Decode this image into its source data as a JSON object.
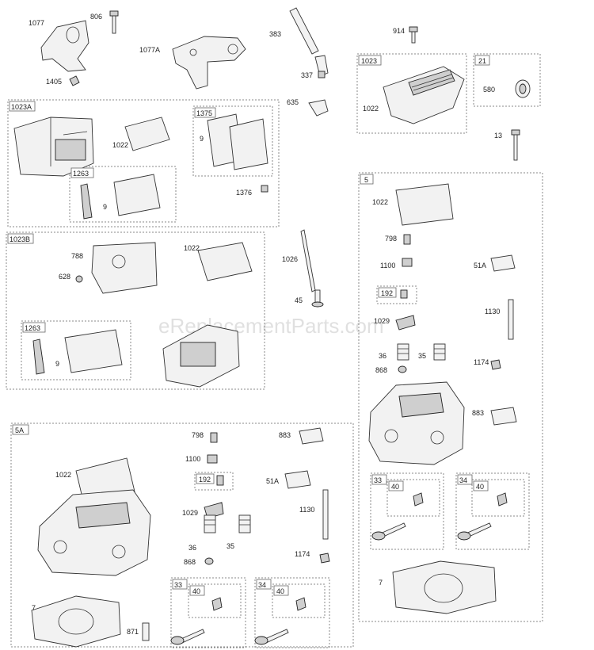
{
  "watermark": "eReplacementParts.com",
  "callouts": {
    "c1077": "1077",
    "c806": "806",
    "c1077A": "1077A",
    "c1405": "1405",
    "c383": "383",
    "c337": "337",
    "c914": "914",
    "c1023": "1023",
    "c1022a": "1022",
    "c21": "21",
    "c580": "580",
    "c13": "13",
    "c635": "635",
    "c1023A": "1023A",
    "c1022b": "1022",
    "c1375": "1375",
    "c9a": "9",
    "c1263a": "1263",
    "c9b": "9",
    "c1376": "1376",
    "c1023B": "1023B",
    "c788": "788",
    "c628": "628",
    "c1022c": "1022",
    "c1026": "1026",
    "c45": "45",
    "c1263b": "1263",
    "c9c": "9",
    "c5": "5",
    "c1022d": "1022",
    "c798a": "798",
    "c1100a": "1100",
    "c51Aa": "51A",
    "c192a": "192",
    "c1130a": "1130",
    "c1029a": "1029",
    "c36a": "36",
    "c35a": "35",
    "c1174a": "1174",
    "c868a": "868",
    "c883a": "883",
    "c33a": "33",
    "c40a": "40",
    "c34a": "34",
    "c40b": "40",
    "c7a": "7",
    "c5A": "5A",
    "c798b": "798",
    "c883b": "883",
    "c1022e": "1022",
    "c1100b": "1100",
    "c192b": "192",
    "c51Ab": "51A",
    "c1130b": "1130",
    "c1029b": "1029",
    "c36b": "36",
    "c35b": "35",
    "c1174b": "1174",
    "c868b": "868",
    "c33b": "33",
    "c40c": "40",
    "c34b": "34",
    "c40d": "40",
    "c7b": "7",
    "c871": "871"
  }
}
